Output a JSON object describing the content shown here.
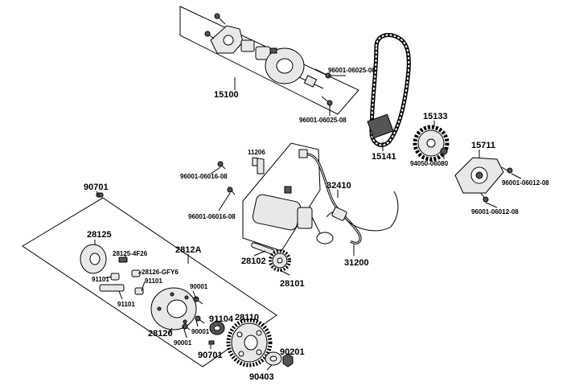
{
  "labels": {
    "p15100": "15100",
    "p96001_06025_08_a": "96001-06025-08",
    "p96001_06025_08_b": "96001-06025-08",
    "p15141": "15141",
    "p15133": "15133",
    "p94050_06080": "94050-06080",
    "p15711": "15711",
    "p96001_06012_08_a": "96001-06012-08",
    "p96001_06012_08_b": "96001-06012-08",
    "p11206": "11206",
    "p96001_06016_08_a": "96001-06016-08",
    "p96001_06016_08_b": "96001-06016-08",
    "p32410": "32410",
    "p31200": "31200",
    "p28102": "28102",
    "p28101": "28101",
    "p90701_a": "90701",
    "p28125": "28125",
    "p2812A": "2812A",
    "p28125_4F26": "28125-4F26",
    "p28126_GFY6": "28126-GFY6",
    "p91101_a": "91101",
    "p91101_b": "91101",
    "p91101_c": "91101",
    "p90001_a": "90001",
    "p90001_b": "90001",
    "p90001_c": "90001",
    "p91104": "91104",
    "p28110": "28110",
    "p28120": "28120",
    "p90701_b": "90701",
    "p90201": "90201",
    "p90403": "90403"
  }
}
